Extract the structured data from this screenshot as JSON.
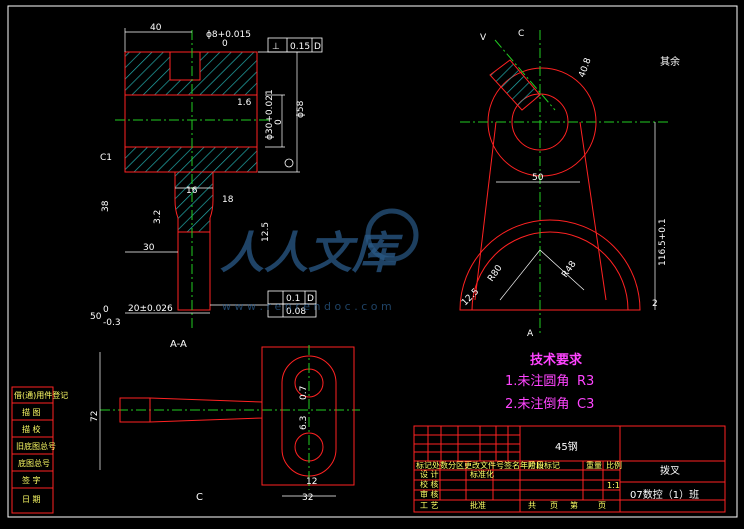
{
  "dimensions": {
    "d40": "40",
    "phi8": "ϕ8+0.015",
    "phi8_tol": "0",
    "perp": "⊥",
    "perp_val": "0.15",
    "perp_ref": "D",
    "phi30": "ϕ30+0.021",
    "phi30_tol": "0",
    "phi58": "ϕ58",
    "c1": "C1",
    "r1_6": "1.6",
    "d16": "16",
    "d38": "38",
    "d18": "18",
    "r3_2": "3.2",
    "r12_5": "12.5",
    "d30": "30",
    "d20": "20±0.026",
    "d50": "50",
    "d0": "0",
    "d0_3": "-0.3",
    "d01": "0.1",
    "d01_ref": "D",
    "d008": "0.08",
    "section_aa": "A-A",
    "d72": "72",
    "d12": "12",
    "d32": "32",
    "r6_3": "6.3",
    "view_c": "C",
    "r0_7": "0.7",
    "qiyu": "其余",
    "d50b": "50",
    "r80": "R80",
    "r48": "R48",
    "d116": "116.5+0.1",
    "d2": "2",
    "r12_5b": "12.5",
    "label_a": "A",
    "label_c": "C",
    "label_v": "V",
    "r40": "40.8"
  },
  "requirements": {
    "title": "技术要求",
    "item1_prefix": "1.未注圆角",
    "item1_val": "R3",
    "item2_prefix": "2.未注倒角",
    "item2_val": "C3"
  },
  "title_block": {
    "material": "45钢",
    "part_name": "拨叉",
    "class_name": "07数控（1）班",
    "scale": "1:1",
    "row_labels": [
      "设 计",
      "校 核",
      "审 核",
      "工 艺"
    ],
    "col_labels": [
      "重量",
      "比例"
    ],
    "sheet_left": "共",
    "sheet_mid": "页",
    "sheet_right": "第",
    "sheet_end": "页",
    "header_small": "标记处数分区更改文件号签名年月日",
    "std_label": "标准化",
    "approve_label": "批准",
    "stage_label": "阶段标记"
  },
  "side_table": {
    "rows": [
      "借(通)用件登记",
      "描 图",
      "描 校",
      "旧底图总号",
      "底图总号",
      "签 字",
      "日 期"
    ]
  },
  "watermark": {
    "text": "人人文库",
    "url": "w w w . r e n r e n d o c . c o m"
  },
  "colors": {
    "background": "#000000",
    "outline": "#ff2222",
    "center": "#22cc22",
    "dimension": "#ffffff",
    "hatch": "#22aaaa",
    "magenta": "#ff44ff"
  }
}
